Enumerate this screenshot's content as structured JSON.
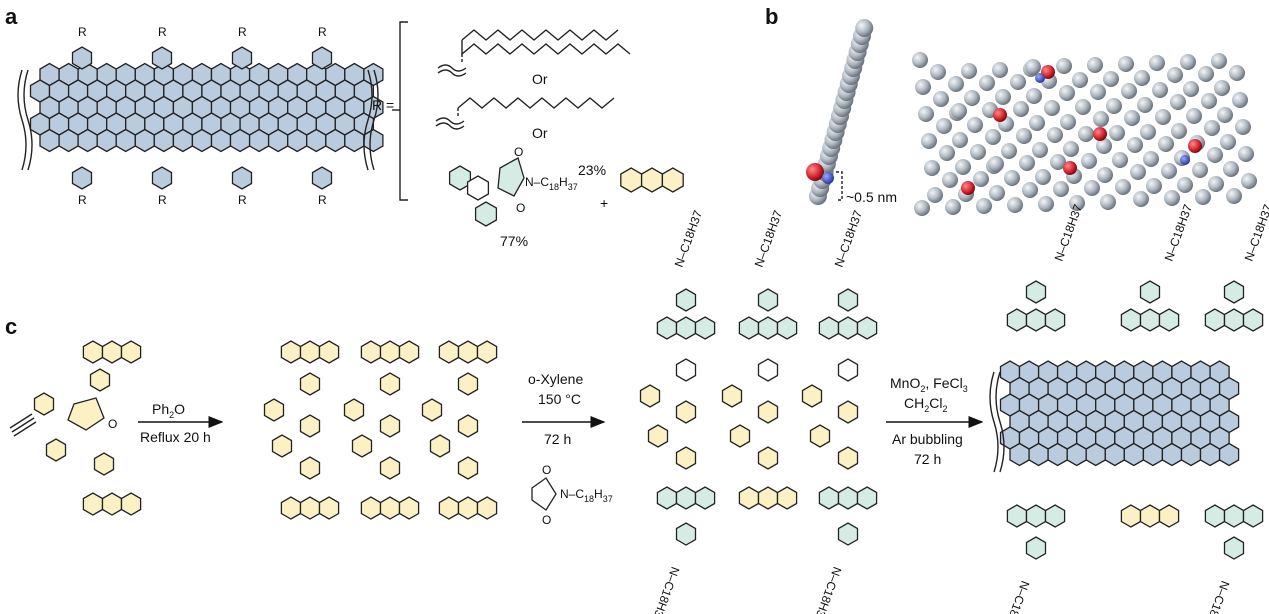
{
  "panels": {
    "a": "a",
    "b": "b",
    "c": "c"
  },
  "panel_a": {
    "r_group_label": "R",
    "r_equals": "R =",
    "or_1": "Or",
    "or_2": "Or",
    "imide_chain": "N–C",
    "imide_sub": "18",
    "imide_sub2": "H",
    "imide_sub3": "37",
    "pct_adduct": "77%",
    "pct_anthracene": "23%",
    "plus": "+"
  },
  "panel_b": {
    "scale_label": "~0.5 nm"
  },
  "panel_c": {
    "step1": {
      "reagent": "Ph",
      "reagent_sub": "2",
      "reagent_tail": "O",
      "condition": "Reflux 20 h"
    },
    "step2": {
      "reagent": "o-Xylene",
      "temp": "150 °C",
      "time": "72 h",
      "maleimide_chain": "N–C",
      "maleimide_sub": "18",
      "maleimide_h": "H",
      "maleimide_sub2": "37"
    },
    "step3": {
      "reagent_1": "MnO",
      "reagent_1_sub": "2",
      "reagent_1_tail": ", FeCl",
      "reagent_1_sub2": "3",
      "reagent_2": "CH",
      "reagent_2_sub": "2",
      "reagent_2_mid": "Cl",
      "reagent_2_sub2": "2",
      "condition": "Ar bubbling",
      "time": "72 h"
    },
    "chain_label": "N–C",
    "chain_sub": "18",
    "chain_h": "H",
    "chain_sub2": "37"
  },
  "colors": {
    "graphene_fill": "#b9cbdc",
    "anthracene_fill": "#fbf1c4",
    "adduct_fill": "#d4ece4",
    "oxygen": "#d0202a",
    "nitrogen": "#3a4fb0",
    "carbon_sphere": "#b7c0c8"
  }
}
